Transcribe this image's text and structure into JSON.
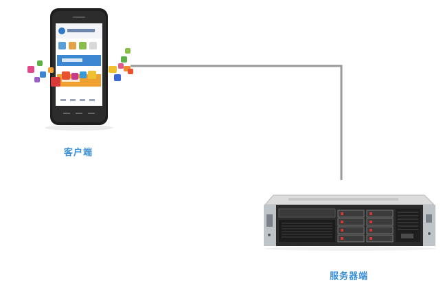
{
  "labels": {
    "client": "客户端",
    "server": "服务器端"
  },
  "colors": {
    "label_blue": "#3a8fd6",
    "connector": "#9a9a9a"
  },
  "icons": [
    "phone-illustration",
    "server-illustration"
  ]
}
